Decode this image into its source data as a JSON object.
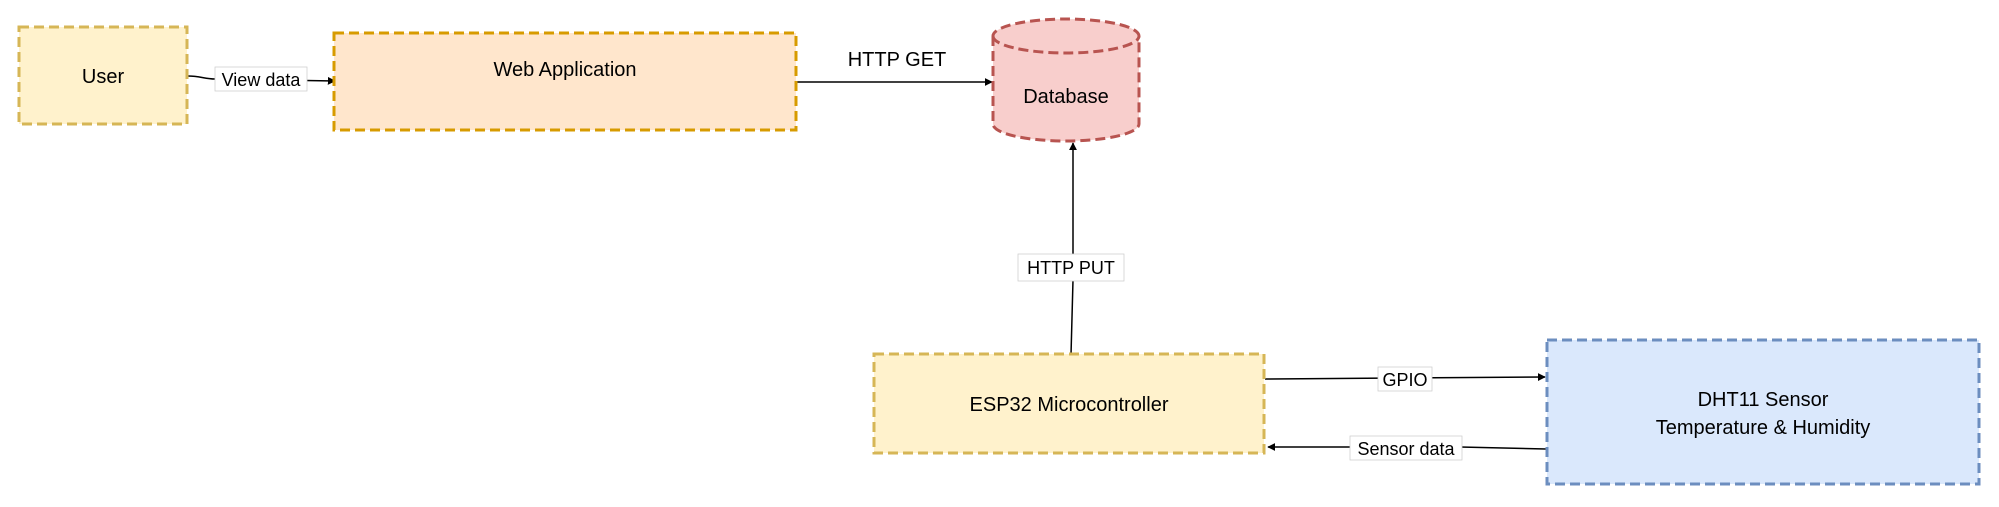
{
  "diagram": {
    "nodes": {
      "user": {
        "label": "User",
        "fill": "#fff2cc",
        "stroke": "#d6b656"
      },
      "web_app": {
        "label": "Web Application",
        "fill": "#ffe6cc",
        "stroke": "#d79b00"
      },
      "database": {
        "label": "Database",
        "fill": "#f8cecc",
        "stroke": "#b85450"
      },
      "esp32": {
        "label": "ESP32 Microcontroller",
        "fill": "#fff2cc",
        "stroke": "#d6b656"
      },
      "dht11": {
        "line1": "DHT11 Sensor",
        "line2": "Temperature & Humidity",
        "fill": "#dae8fc",
        "stroke": "#6c8ebf"
      }
    },
    "edges": {
      "user_to_web": "View data",
      "web_to_db": "HTTP GET",
      "esp_to_db": "HTTP PUT",
      "esp_to_dht": "GPIO",
      "dht_to_esp": "Sensor data"
    }
  }
}
